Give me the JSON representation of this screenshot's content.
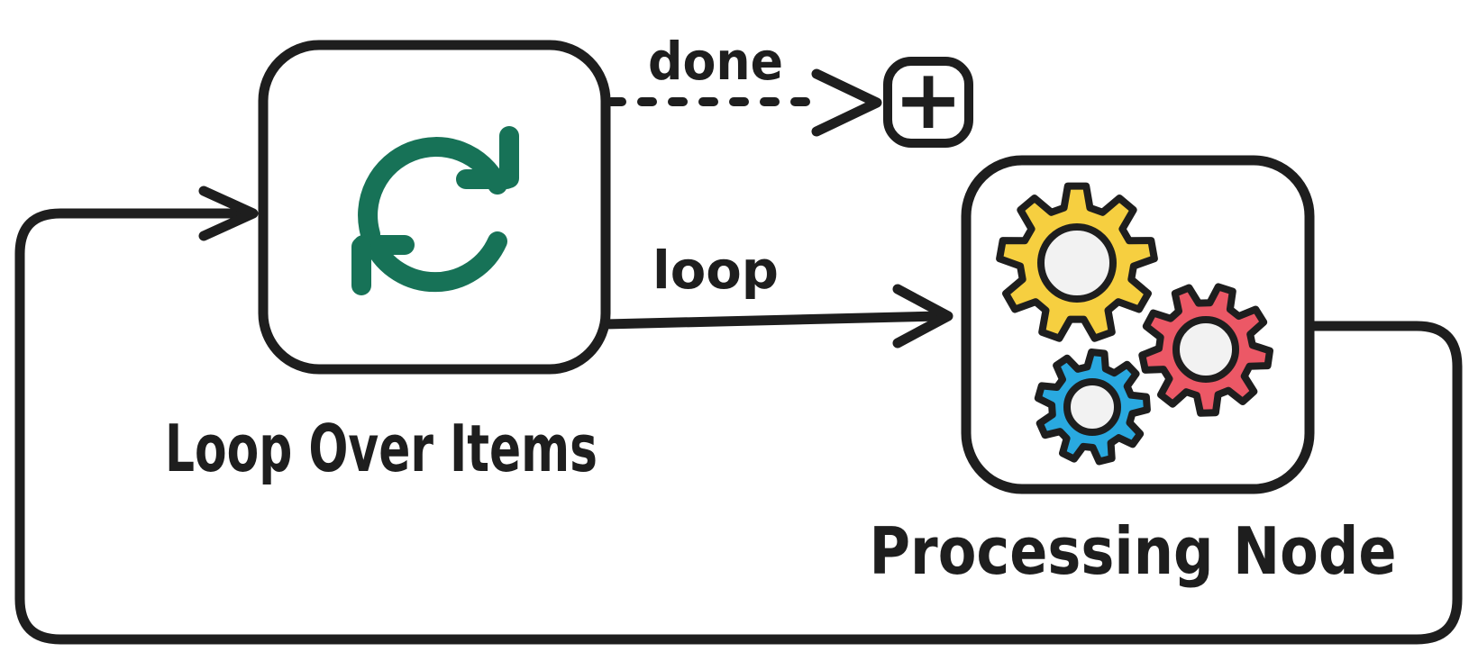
{
  "diagram": {
    "colors": {
      "ink": "#1e1e1e",
      "node_fill": "#ffffff",
      "icon_green": "#177257",
      "gear_yellow": "#f6cf40",
      "gear_red": "#ec5866",
      "gear_blue": "#29a9e0",
      "gear_hole": "#f2f2f2"
    },
    "nodes": [
      {
        "id": "loop-over-items",
        "label": "Loop Over Items",
        "icon": "sync-refresh-icon",
        "shape": "rounded-square"
      },
      {
        "id": "processing-node",
        "label": "Processing Node",
        "icon": "gears-icon",
        "shape": "rounded-square"
      },
      {
        "id": "add-node",
        "label": "+",
        "icon": "plus-icon",
        "shape": "small-rounded-square"
      }
    ],
    "edges": [
      {
        "from": "loop-over-items",
        "to": "add-node",
        "label": "done",
        "style": "dashed-arrow"
      },
      {
        "from": "loop-over-items",
        "to": "processing-node",
        "label": "loop",
        "style": "solid-arrow"
      },
      {
        "from": "processing-node",
        "to": "loop-over-items",
        "label": "",
        "style": "solid-feedback-arrow"
      }
    ]
  }
}
